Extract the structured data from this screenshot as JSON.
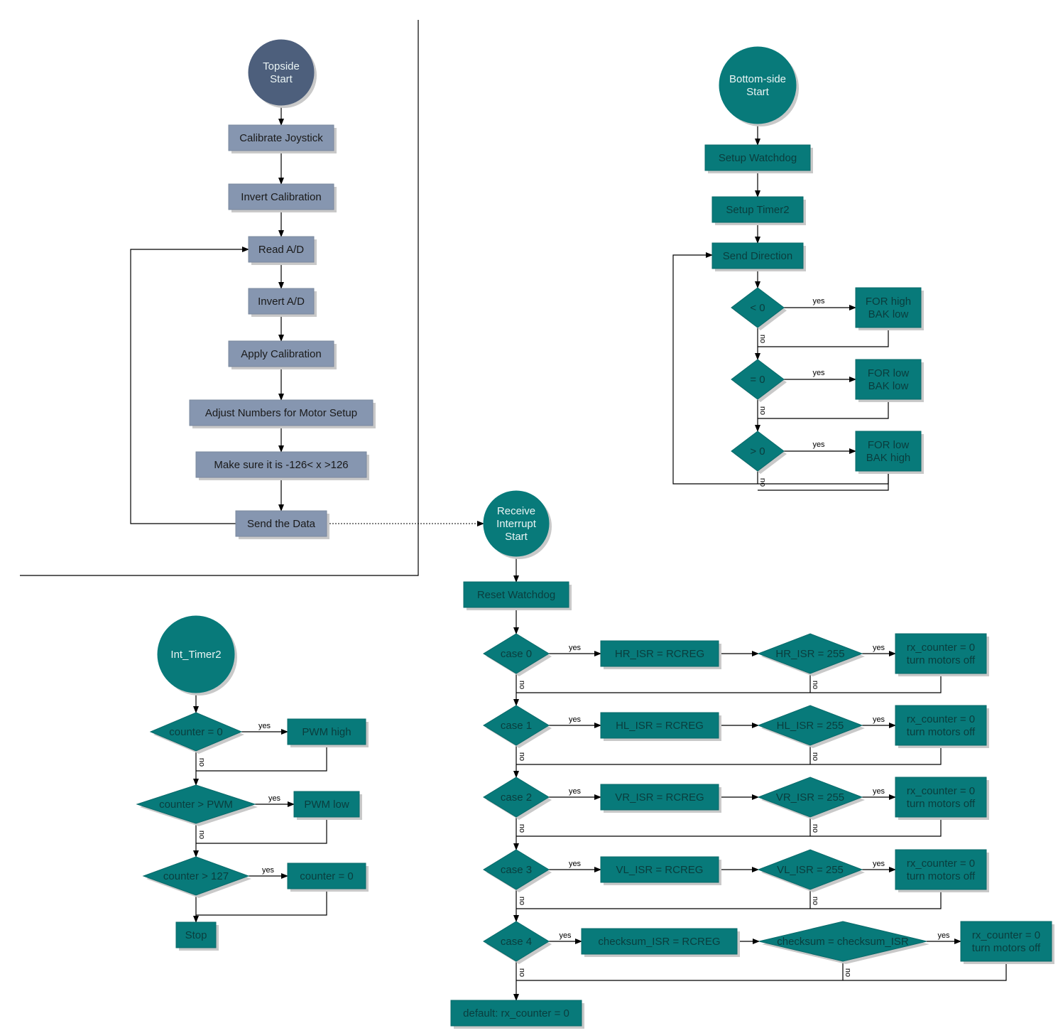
{
  "topside": {
    "start": [
      "Topside",
      "Start"
    ],
    "steps": [
      "Calibrate Joystick",
      "Invert Calibration",
      "Read A/D",
      "Invert A/D",
      "Apply Calibration",
      "Adjust Numbers for Motor Setup",
      "Make sure it is  -126< x >126",
      "Send the Data"
    ]
  },
  "bottom": {
    "start": [
      "Bottom-side",
      "Start"
    ],
    "steps": [
      "Setup Watchdog",
      "Setup Timer2",
      "Send Direction"
    ],
    "decisions": [
      {
        "cond": "< 0",
        "yes": "yes",
        "no": "no",
        "action": [
          "FOR high",
          "BAK low"
        ]
      },
      {
        "cond": "= 0",
        "yes": "yes",
        "no": "no",
        "action": [
          "FOR low",
          "BAK low"
        ]
      },
      {
        "cond": "> 0",
        "yes": "yes",
        "no": "no",
        "action": [
          "FOR low",
          "BAK high"
        ]
      }
    ]
  },
  "timer": {
    "start": "Int_Timer2",
    "decisions": [
      {
        "cond": "counter = 0",
        "yes": "yes",
        "no": "no",
        "action": "PWM high"
      },
      {
        "cond": "counter > PWM",
        "yes": "yes",
        "no": "no",
        "action": "PWM low"
      },
      {
        "cond": "counter > 127",
        "yes": "yes",
        "no": "no",
        "action": "counter = 0"
      }
    ],
    "stop": "Stop"
  },
  "receive": {
    "start": [
      "Receive",
      "Interrupt",
      "Start"
    ],
    "reset": "Reset Watchdog",
    "cases": [
      {
        "case": "case 0",
        "assign": "HR_ISR = RCREG",
        "check": "HR_ISR = 255",
        "result": [
          "rx_counter = 0",
          "turn motors off"
        ]
      },
      {
        "case": "case 1",
        "assign": "HL_ISR = RCREG",
        "check": "HL_ISR = 255",
        "result": [
          "rx_counter = 0",
          "turn motors off"
        ]
      },
      {
        "case": "case 2",
        "assign": "VR_ISR = RCREG",
        "check": "VR_ISR = 255",
        "result": [
          "rx_counter = 0",
          "turn motors off"
        ]
      },
      {
        "case": "case 3",
        "assign": "VL_ISR = RCREG",
        "check": "VL_ISR = 255",
        "result": [
          "rx_counter = 0",
          "turn motors off"
        ]
      },
      {
        "case": "case 4",
        "assign": "checksum_ISR = RCREG",
        "check": "checksum = checksum_ISR",
        "result": [
          "rx_counter = 0",
          "turn motors off"
        ]
      }
    ],
    "yes": "yes",
    "no": "no",
    "default": "default: rx_counter = 0"
  }
}
